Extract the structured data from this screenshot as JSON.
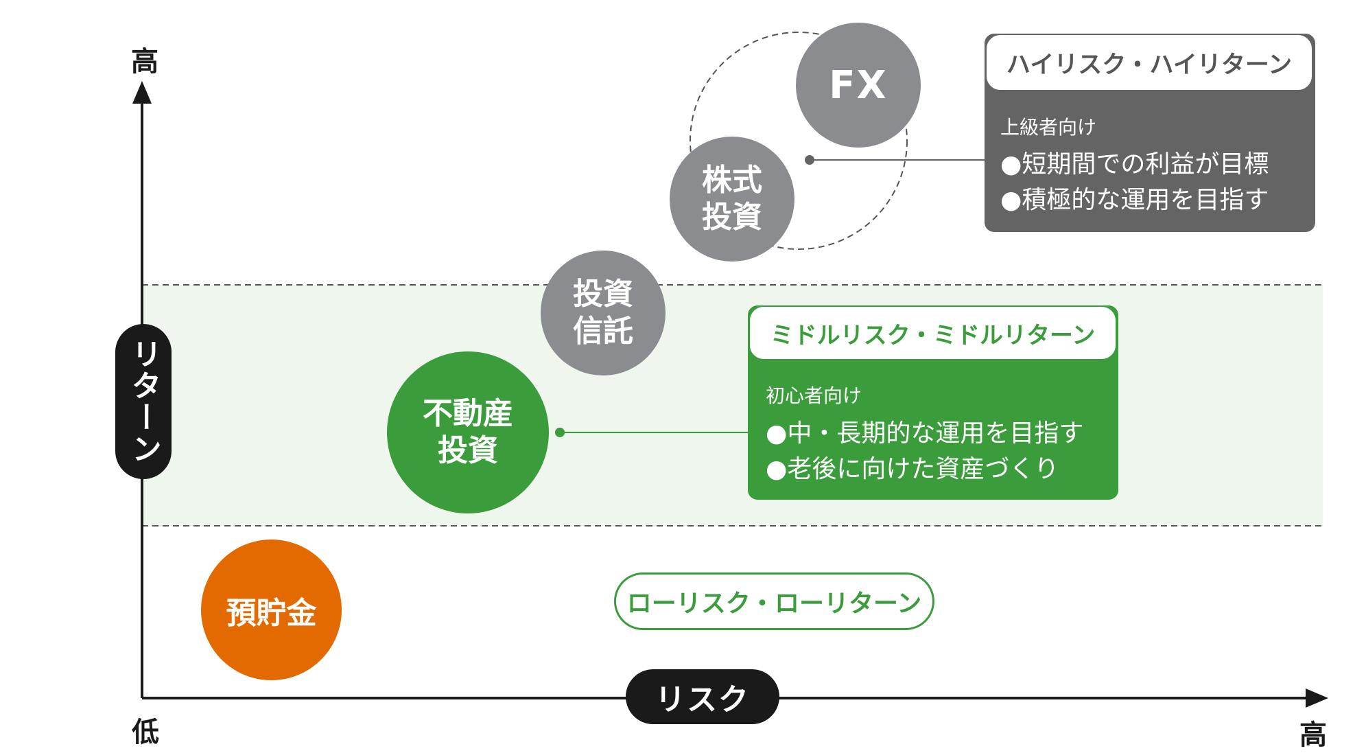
{
  "axes": {
    "y_high": "高",
    "origin_low": "低",
    "x_high": "高",
    "y_name": "リターン",
    "x_name": "リスク"
  },
  "items": {
    "fx": "FX",
    "stocks": "株式\n投資",
    "trust": "投資\n信託",
    "real_estate": "不動産\n投資",
    "savings": "預貯金"
  },
  "zones": {
    "high": {
      "title": "ハイリスク・ハイリターン",
      "audience": "上級者向け",
      "points": [
        "●短期間での利益が目標",
        "●積極的な運用を目指す"
      ]
    },
    "middle": {
      "title": "ミドルリスク・ミドルリターン",
      "audience": "初心者向け",
      "points": [
        "●中・長期的な運用を目指す",
        "●老後に向けた資産づくり"
      ]
    },
    "low": {
      "title": "ローリスク・ローリターン"
    }
  },
  "colors": {
    "gray": "#8b8c8f",
    "dark_gray": "#646464",
    "green": "#3b9c3b",
    "orange": "#e36a00",
    "band": "#eef6ee",
    "axis": "#1a1a1a"
  }
}
